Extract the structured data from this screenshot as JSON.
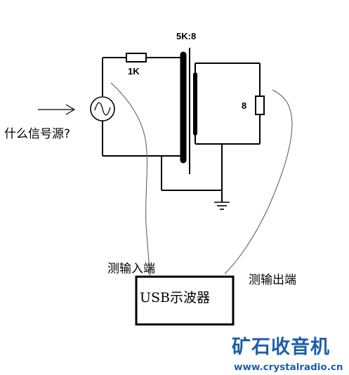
{
  "labels": {
    "transformer_ratio": "5K:8",
    "primary_resistor": "1K",
    "load_resistor": "8",
    "signal_question": "什么信号源?",
    "input_probe": "测输入端",
    "output_probe": "测输出端",
    "oscilloscope": "USB示波器"
  },
  "watermark": {
    "logo": "矿石收音机",
    "site": "www.crystalradio.cn"
  },
  "colors": {
    "wire": "#000000",
    "probe": "#555555",
    "watermark": "#1e5fa8"
  },
  "icons": {
    "source": "ac-source-icon",
    "ground": "ground-icon",
    "arrow": "arrow-right-icon"
  }
}
